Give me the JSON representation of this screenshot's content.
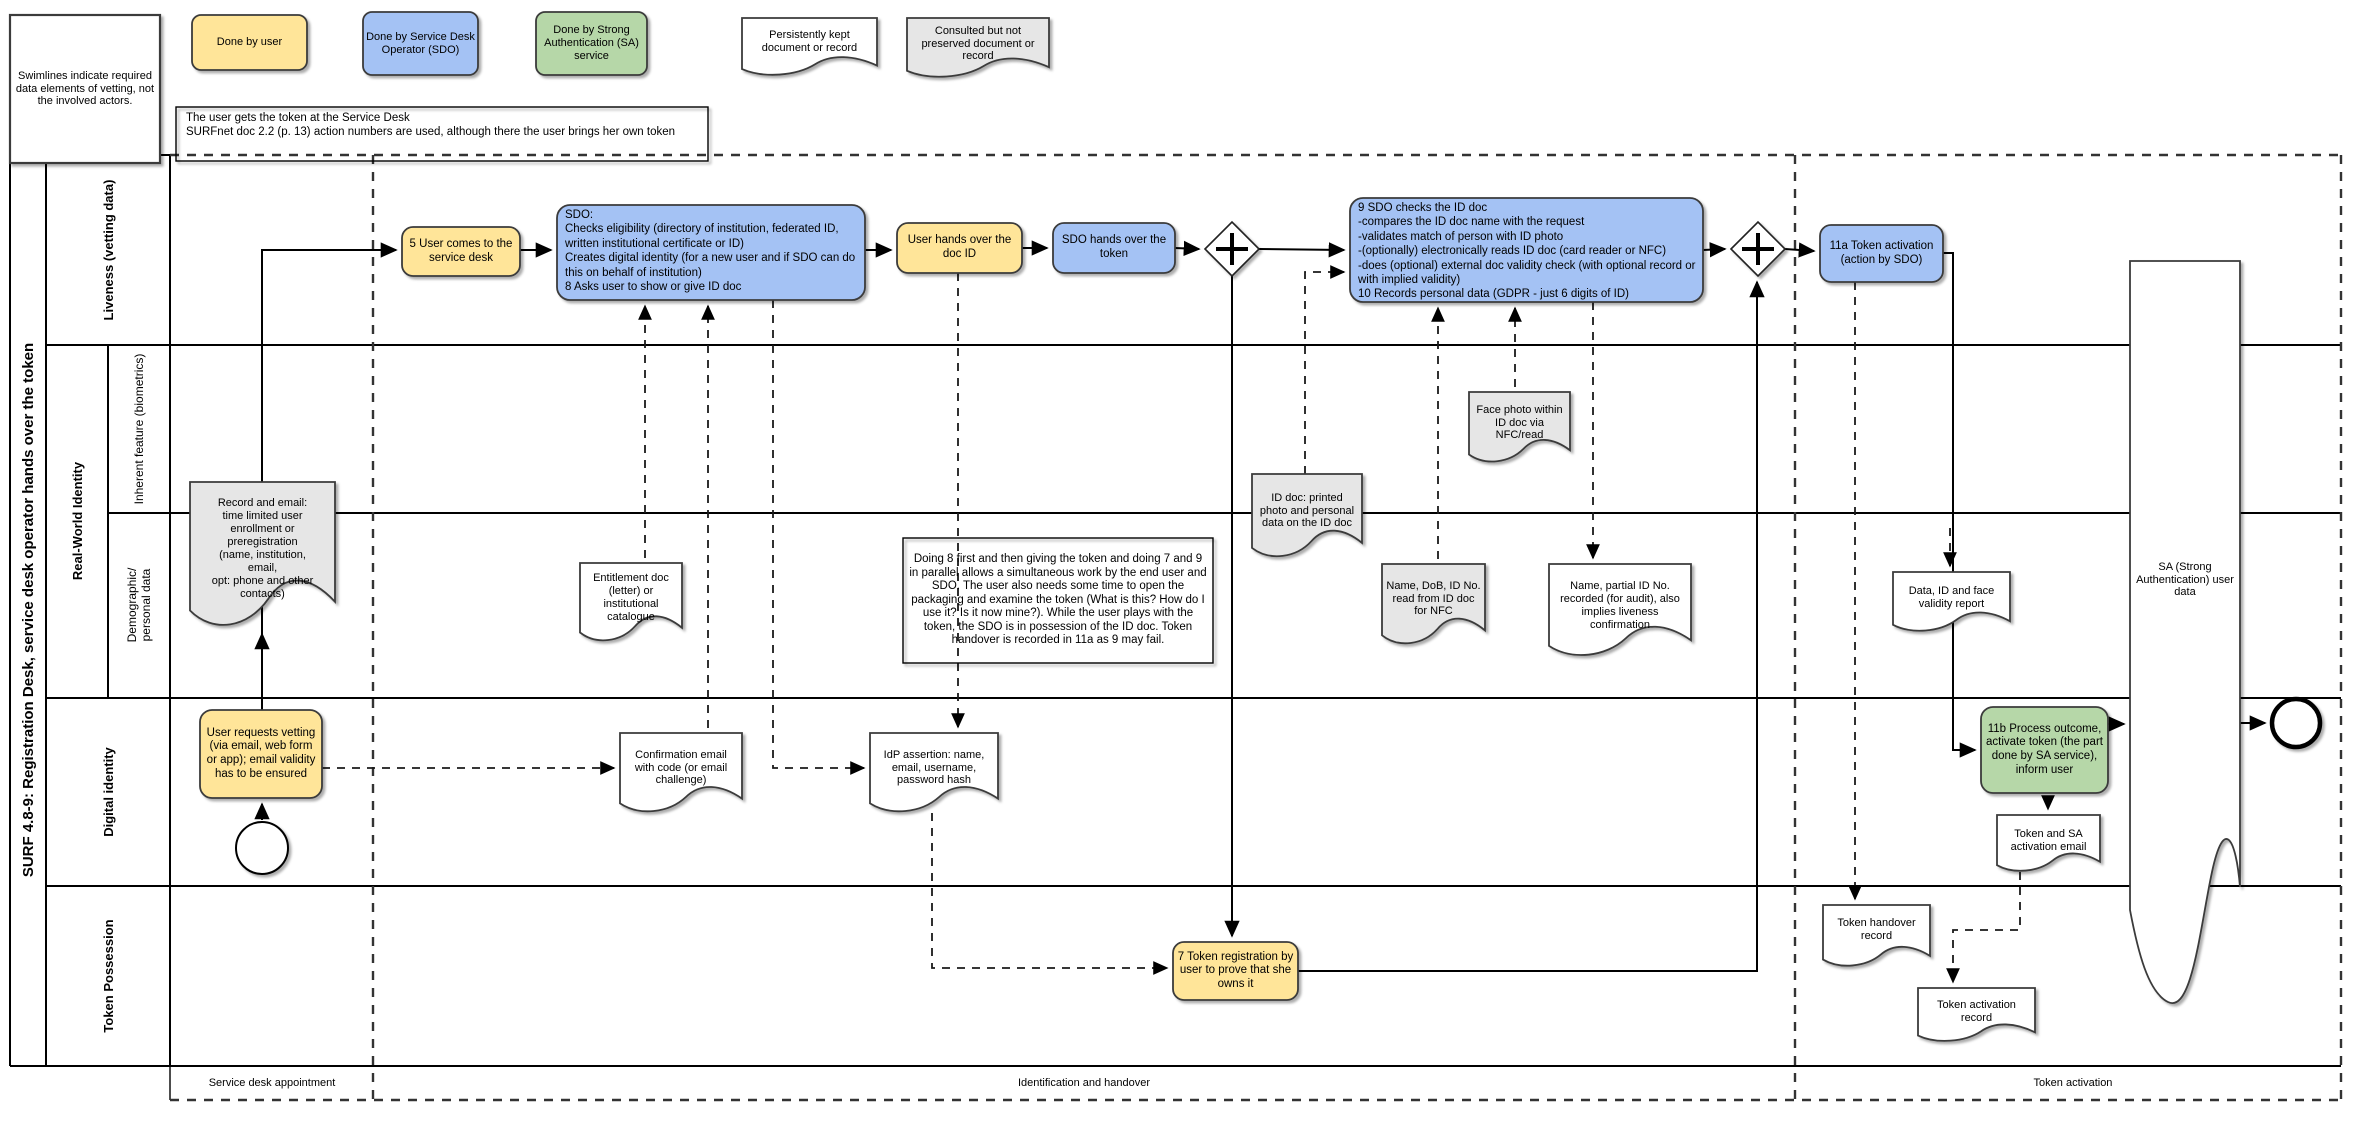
{
  "colors": {
    "user": "#FFE599",
    "sdo": "#A4C2F4",
    "sa": "#B6D7A8",
    "gray": "#E6E6E6"
  },
  "legend": {
    "swimlane_note": "Swimlines indicate required data elements of vetting, not the involved actors.",
    "done_user": "Done by user",
    "done_sdo": "Done by Service Desk Operator (SDO)",
    "done_sa": "Done by Strong Authentication (SA) service",
    "kept_doc": "Persistently kept document or record",
    "consulted_doc": "Consulted but not preserved document or record"
  },
  "top_note": "The user gets the token at the Service Desk\nSURFnet doc 2.2 (p. 13) action numbers are used, although there the user brings her own token",
  "pool_title": "SURF 4.8-9: Registration Desk, service desk operator hands over the token",
  "lanes": {
    "liveness": "Liveness (vetting data)",
    "real_world": "Real-World Identity",
    "inherent": "Inherent feature (biometrics)",
    "demographic": "Demographic/\npersonal data",
    "digital": "Digital identity",
    "token": "Token Possession"
  },
  "phases": [
    "Service desk appointment",
    "Identification and handover",
    "Token activation"
  ],
  "tasks": {
    "t5": "5 User comes to the service desk",
    "sdo_checks": "SDO:\nChecks eligibility (directory of institution, federated ID, written institutional certificate or ID)\nCreates digital identity (for a new user and if SDO can do this on behalf of institution)\n8 Asks user to show or give ID doc",
    "user_hands": "User hands over the doc ID",
    "sdo_hands": "SDO hands over the token",
    "t9": "9 SDO checks the ID doc\n-compares the ID doc name with the request\n-validates match of person with ID photo\n-(optionally) electronically reads ID doc (card reader or NFC)\n-does (optional) external doc validity check (with optional record or with implied validity)\n10 Records personal data (GDPR - just 6 digits of ID)",
    "t11a": "11a Token activation\n(action by SDO)",
    "user_requests": "User requests vetting (via email, web form or app); email validity has to be ensured",
    "t11b": "11b Process outcome, activate token (the part done by SA service), inform user",
    "t7": "7 Token registration by user to prove that she owns it"
  },
  "docs": {
    "record_email": "Record and email:\ntime limited user\nenrollment or\npreregistration\n(name, institution,\nemail,\nopt: phone and other\ncontacts)",
    "entitlement": "Entitlement doc (letter) or institutional catalogue",
    "confirm_email": "Confirmation email with code (or email challenge)",
    "idp_assertion": "IdP assertion: name, email, username, password hash",
    "id_doc": "ID doc: printed photo and personal data on the ID doc",
    "face_photo": "Face photo within ID doc via NFC/read",
    "name_dob": "Name, DoB, ID No. read from ID doc for NFC",
    "name_partial": "Name, partial ID No. recorded (for audit), also implies liveness confirmation",
    "validity_report": "Data, ID and face validity report",
    "sa_store": "SA (Strong Authentication) user data",
    "token_sa_email": "Token and SA activation email",
    "handover_record": "Token handover record",
    "activation_record": "Token activation record"
  },
  "annotation": {
    "doing8": "Doing 8 first and then giving the token and doing 7 and 9 in parallel allows a simultaneous work by the end user and SDO. The user also needs some time to open the packaging and examine the token (What is this? How do I use it? Is it now mine?). While the user plays with the token, the SDO is in possession of the ID doc. Token handover is recorded in 11a as 9 may fail."
  }
}
